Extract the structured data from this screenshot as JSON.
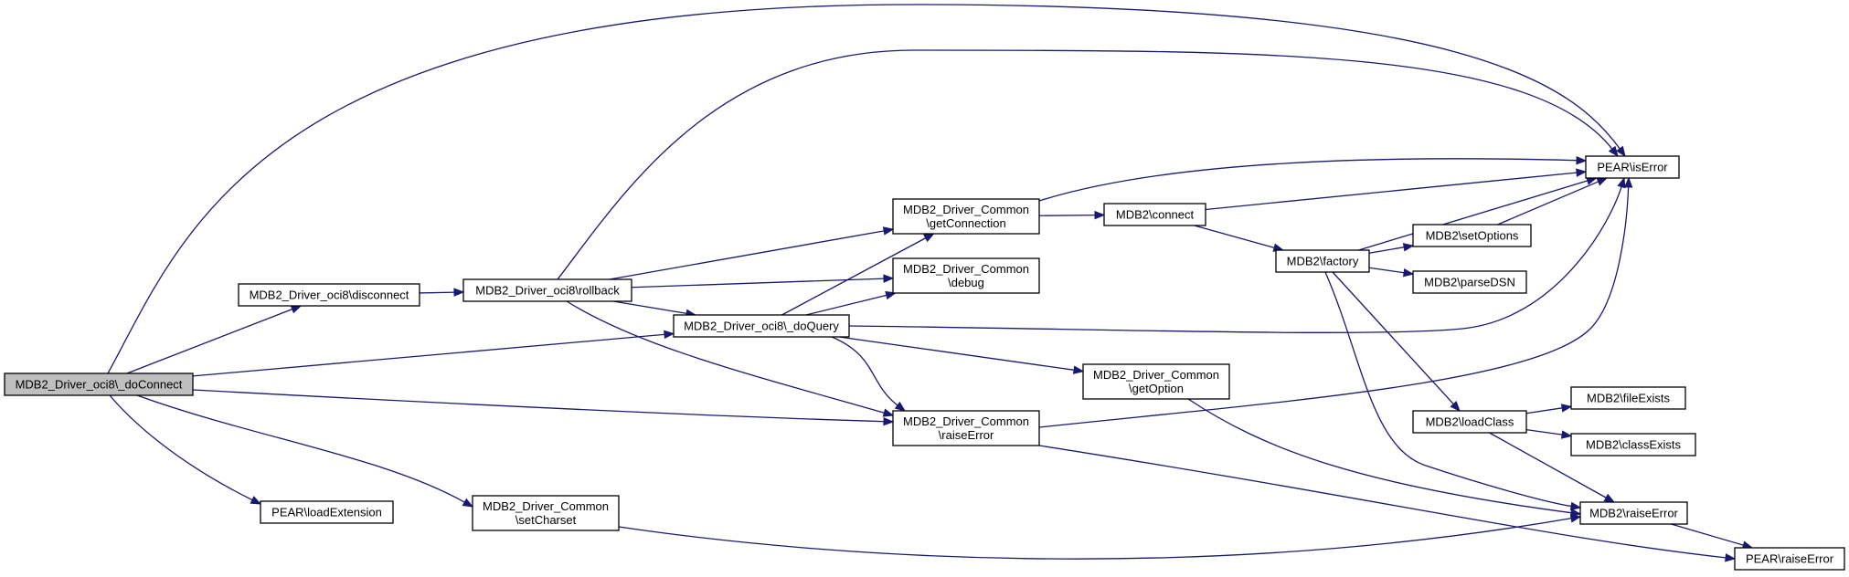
{
  "graph": {
    "edge_color": "#191970",
    "root_fill": "#bfbfbf",
    "nodes": [
      {
        "id": "doConnect",
        "lines": [
          "MDB2_Driver_oci8\\_doConnect"
        ],
        "root": true
      },
      {
        "id": "disconnect",
        "lines": [
          "MDB2_Driver_oci8\\disconnect"
        ]
      },
      {
        "id": "rollback",
        "lines": [
          "MDB2_Driver_oci8\\rollback"
        ]
      },
      {
        "id": "doQuery",
        "lines": [
          "MDB2_Driver_oci8\\_doQuery"
        ]
      },
      {
        "id": "getConnection",
        "lines": [
          "MDB2_Driver_Common",
          "\\getConnection"
        ]
      },
      {
        "id": "debug",
        "lines": [
          "MDB2_Driver_Common",
          "\\debug"
        ]
      },
      {
        "id": "getOption",
        "lines": [
          "MDB2_Driver_Common",
          "\\getOption"
        ]
      },
      {
        "id": "commonRaiseError",
        "lines": [
          "MDB2_Driver_Common",
          "\\raiseError"
        ]
      },
      {
        "id": "setCharset",
        "lines": [
          "MDB2_Driver_Common",
          "\\setCharset"
        ]
      },
      {
        "id": "loadExtension",
        "lines": [
          "PEAR\\loadExtension"
        ]
      },
      {
        "id": "connect",
        "lines": [
          "MDB2\\connect"
        ]
      },
      {
        "id": "factory",
        "lines": [
          "MDB2\\factory"
        ]
      },
      {
        "id": "isError",
        "lines": [
          "PEAR\\isError"
        ]
      },
      {
        "id": "setOptions",
        "lines": [
          "MDB2\\setOptions"
        ]
      },
      {
        "id": "parseDSN",
        "lines": [
          "MDB2\\parseDSN"
        ]
      },
      {
        "id": "loadClass",
        "lines": [
          "MDB2\\loadClass"
        ]
      },
      {
        "id": "fileExists",
        "lines": [
          "MDB2\\fileExists"
        ]
      },
      {
        "id": "classExists",
        "lines": [
          "MDB2\\classExists"
        ]
      },
      {
        "id": "mdb2RaiseError",
        "lines": [
          "MDB2\\raiseError"
        ]
      },
      {
        "id": "pearRaiseError",
        "lines": [
          "PEAR\\raiseError"
        ]
      }
    ],
    "edges": [
      {
        "from": "doConnect",
        "to": "isError"
      },
      {
        "from": "doConnect",
        "to": "disconnect"
      },
      {
        "from": "doConnect",
        "to": "doQuery"
      },
      {
        "from": "doConnect",
        "to": "commonRaiseError"
      },
      {
        "from": "doConnect",
        "to": "loadExtension"
      },
      {
        "from": "doConnect",
        "to": "setCharset"
      },
      {
        "from": "disconnect",
        "to": "rollback"
      },
      {
        "from": "rollback",
        "to": "isError"
      },
      {
        "from": "rollback",
        "to": "getConnection"
      },
      {
        "from": "rollback",
        "to": "debug"
      },
      {
        "from": "rollback",
        "to": "doQuery"
      },
      {
        "from": "rollback",
        "to": "commonRaiseError"
      },
      {
        "from": "doQuery",
        "to": "getConnection"
      },
      {
        "from": "doQuery",
        "to": "debug"
      },
      {
        "from": "doQuery",
        "to": "isError"
      },
      {
        "from": "doQuery",
        "to": "commonRaiseError"
      },
      {
        "from": "doQuery",
        "to": "getOption"
      },
      {
        "from": "getConnection",
        "to": "isError"
      },
      {
        "from": "getConnection",
        "to": "connect"
      },
      {
        "from": "connect",
        "to": "isError"
      },
      {
        "from": "connect",
        "to": "factory"
      },
      {
        "from": "factory",
        "to": "isError"
      },
      {
        "from": "factory",
        "to": "setOptions"
      },
      {
        "from": "factory",
        "to": "parseDSN"
      },
      {
        "from": "factory",
        "to": "loadClass"
      },
      {
        "from": "factory",
        "to": "mdb2RaiseError"
      },
      {
        "from": "setOptions",
        "to": "isError"
      },
      {
        "from": "loadClass",
        "to": "fileExists"
      },
      {
        "from": "loadClass",
        "to": "classExists"
      },
      {
        "from": "loadClass",
        "to": "mdb2RaiseError"
      },
      {
        "from": "getOption",
        "to": "mdb2RaiseError"
      },
      {
        "from": "commonRaiseError",
        "to": "isError"
      },
      {
        "from": "commonRaiseError",
        "to": "pearRaiseError"
      },
      {
        "from": "setCharset",
        "to": "mdb2RaiseError"
      },
      {
        "from": "mdb2RaiseError",
        "to": "pearRaiseError"
      }
    ]
  }
}
